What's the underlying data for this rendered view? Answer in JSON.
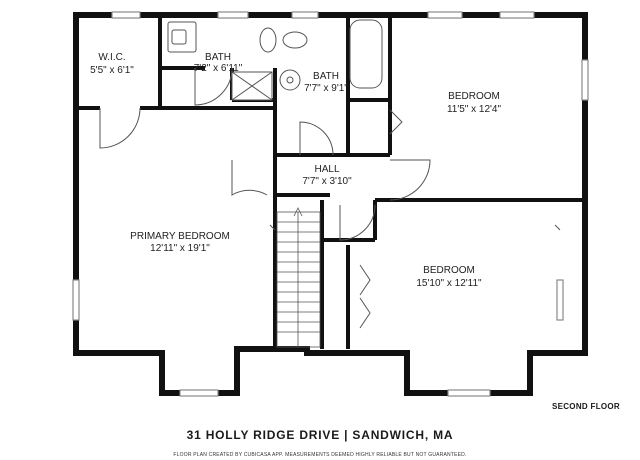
{
  "rooms": {
    "wic": {
      "name": "W.I.C.",
      "dims": "5'5\" x 6'1\""
    },
    "bath1": {
      "name": "BATH",
      "dims": "7'2\" x 6'11\""
    },
    "bath2": {
      "name": "BATH",
      "dims": "7'7\" x 9'1\""
    },
    "bedroom_ne": {
      "name": "BEDROOM",
      "dims": "11'5\" x 12'4\""
    },
    "hall": {
      "name": "HALL",
      "dims": "7'7\" x 3'10\""
    },
    "primary": {
      "name": "PRIMARY BEDROOM",
      "dims": "12'11\" x 19'1\""
    },
    "bedroom_se": {
      "name": "BEDROOM",
      "dims": "15'10\" x 12'11\""
    }
  },
  "floor_label": "SECOND FLOOR",
  "address": "31 HOLLY RIDGE DRIVE | SANDWICH, MA",
  "disclaimer": "FLOOR PLAN CREATED BY CUBICASA APP. MEASUREMENTS DEEMED HIGHLY RELIABLE BUT NOT GUARANTEED.",
  "colors": {
    "wall": "#111111",
    "fixture": "#555555",
    "window": "#888888"
  }
}
